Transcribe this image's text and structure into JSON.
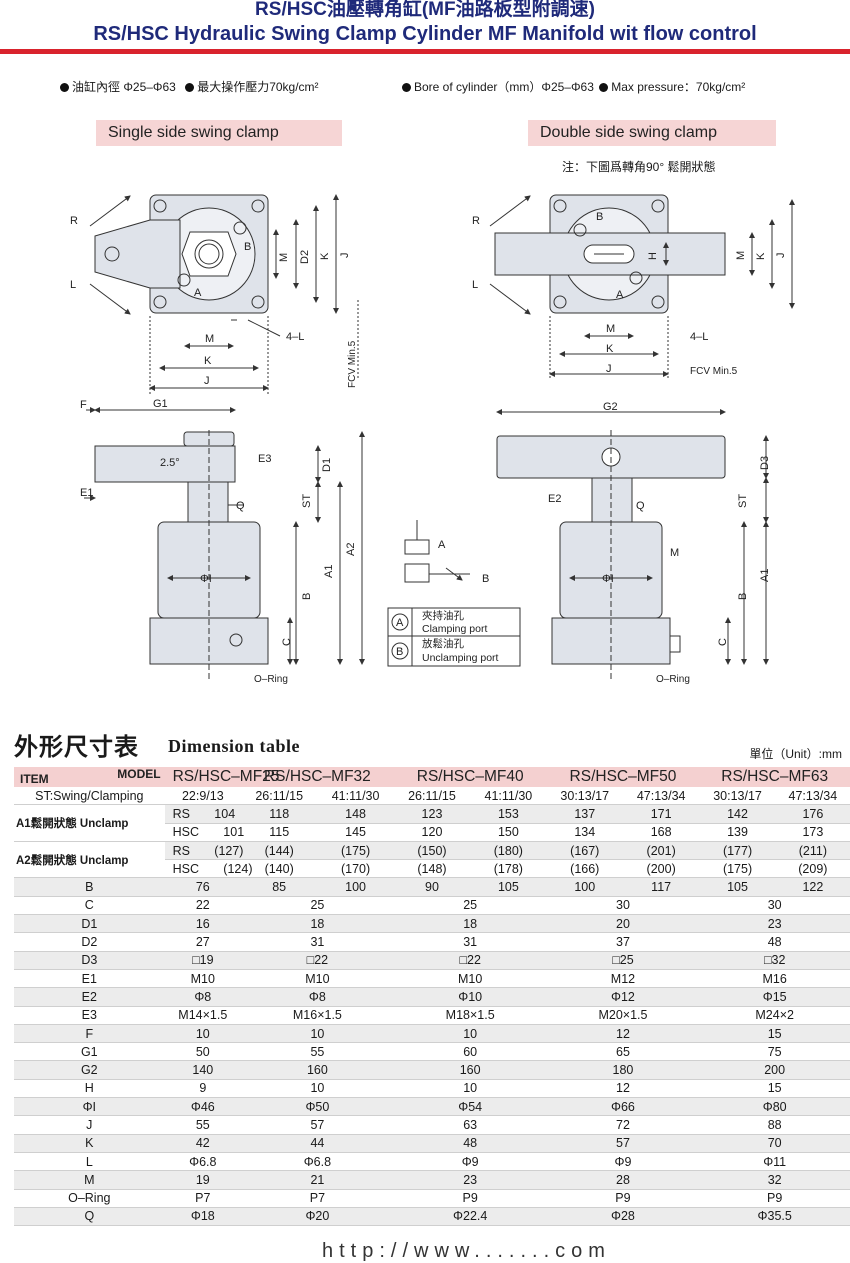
{
  "header": {
    "title_cn": "RS/HSC油壓轉角缸(MF油路板型附調速)",
    "title_en": "RS/HSC Hydraulic Swing Clamp Cylinder MF Manifold wit flow control"
  },
  "specs": {
    "cn": [
      "油缸內徑 Φ25–Φ63",
      "最大操作壓力70kg/cm²"
    ],
    "en": [
      "Bore of cylinder（mm）Φ25–Φ63",
      "Max pressure：70kg/cm²"
    ]
  },
  "sections": {
    "single": "Single side swing clamp",
    "double": "Double side swing clamp",
    "note": "注：下圖爲轉角90° 鬆開狀態"
  },
  "drawing_labels": {
    "R": "R",
    "L": "L",
    "M": "M",
    "K": "K",
    "J": "J",
    "D2": "D2",
    "B": "B",
    "A": "A",
    "four_L": "4–L",
    "fcv": "FCV Min.5",
    "H": "H",
    "F": "F",
    "G1": "G1",
    "G2": "G2",
    "angle": "2.5°",
    "E1": "E1",
    "E2": "E2",
    "E3": "E3",
    "D1": "D1",
    "D3": "D3",
    "ST": "ST",
    "Q": "Q",
    "A1": "A1",
    "A2": "A2",
    "C": "C",
    "phiI": "ΦI",
    "oring": "O–Ring"
  },
  "legend": {
    "A_symbol": "A",
    "A_cn": "夾持油孔",
    "A_en": "Clamping port",
    "B_symbol": "B",
    "B_cn": "放鬆油孔",
    "B_en": "Unclamping port"
  },
  "table": {
    "title_cn": "外形尺寸表",
    "title_en": "Dimension table",
    "unit": "單位（Unit）:mm",
    "item_label": "ITEM",
    "model_label": "MODEL",
    "models": [
      "RS/HSC–MF25",
      "RS/HSC–MF32",
      "RS/HSC–MF40",
      "RS/HSC–MF50",
      "RS/HSC–MF63"
    ],
    "st_label": "ST:Swing/Clamping",
    "st": [
      "22:9/13",
      "26:11/15",
      "41:11/30",
      "26:11/15",
      "41:11/30",
      "30:13/17",
      "47:13/34",
      "30:13/17",
      "47:13/34"
    ],
    "a1_label": "A1鬆開狀態 Unclamp",
    "a2_label": "A2鬆開狀態 Unclamp",
    "a1": [
      {
        "type": "RS",
        "values": [
          "104",
          "118",
          "148",
          "123",
          "153",
          "137",
          "171",
          "142",
          "176"
        ]
      },
      {
        "type": "HSC",
        "values": [
          "101",
          "115",
          "145",
          "120",
          "150",
          "134",
          "168",
          "139",
          "173"
        ]
      }
    ],
    "a2": [
      {
        "type": "RS",
        "values": [
          "(127)",
          "(144)",
          "(175)",
          "(150)",
          "(180)",
          "(167)",
          "(201)",
          "(177)",
          "(211)"
        ]
      },
      {
        "type": "HSC",
        "values": [
          "(124)",
          "(140)",
          "(170)",
          "(148)",
          "(178)",
          "(166)",
          "(200)",
          "(175)",
          "(209)"
        ]
      }
    ],
    "b_row": {
      "label": "B",
      "values": [
        "76",
        "85",
        "100",
        "90",
        "105",
        "100",
        "117",
        "105",
        "122"
      ]
    },
    "rows": [
      {
        "label": "C",
        "values": [
          "22",
          "25",
          "25",
          "30",
          "30"
        ]
      },
      {
        "label": "D1",
        "values": [
          "16",
          "18",
          "18",
          "20",
          "23"
        ]
      },
      {
        "label": "D2",
        "values": [
          "27",
          "31",
          "31",
          "37",
          "48"
        ]
      },
      {
        "label": "D3",
        "values": [
          "□19",
          "□22",
          "□22",
          "□25",
          "□32"
        ]
      },
      {
        "label": "E1",
        "values": [
          "M10",
          "M10",
          "M10",
          "M12",
          "M16"
        ]
      },
      {
        "label": "E2",
        "values": [
          "Φ8",
          "Φ8",
          "Φ10",
          "Φ12",
          "Φ15"
        ]
      },
      {
        "label": "E3",
        "values": [
          "M14×1.5",
          "M16×1.5",
          "M18×1.5",
          "M20×1.5",
          "M24×2"
        ]
      },
      {
        "label": "F",
        "values": [
          "10",
          "10",
          "10",
          "12",
          "15"
        ]
      },
      {
        "label": "G1",
        "values": [
          "50",
          "55",
          "60",
          "65",
          "75"
        ]
      },
      {
        "label": "G2",
        "values": [
          "140",
          "160",
          "160",
          "180",
          "200"
        ]
      },
      {
        "label": "H",
        "values": [
          "9",
          "10",
          "10",
          "12",
          "15"
        ]
      },
      {
        "label": "ΦI",
        "values": [
          "Φ46",
          "Φ50",
          "Φ54",
          "Φ66",
          "Φ80"
        ]
      },
      {
        "label": "J",
        "values": [
          "55",
          "57",
          "63",
          "72",
          "88"
        ]
      },
      {
        "label": "K",
        "values": [
          "42",
          "44",
          "48",
          "57",
          "70"
        ]
      },
      {
        "label": "L",
        "values": [
          "Φ6.8",
          "Φ6.8",
          "Φ9",
          "Φ9",
          "Φ11"
        ]
      },
      {
        "label": "M",
        "values": [
          "19",
          "21",
          "23",
          "28",
          "32"
        ]
      },
      {
        "label": "O–Ring",
        "values": [
          "P7",
          "P7",
          "P9",
          "P9",
          "P9"
        ]
      },
      {
        "label": "Q",
        "values": [
          "Φ18",
          "Φ20",
          "Φ22.4",
          "Φ28",
          "Φ35.5"
        ]
      }
    ]
  },
  "footer": {
    "url_fragment": "http://www.......com"
  }
}
